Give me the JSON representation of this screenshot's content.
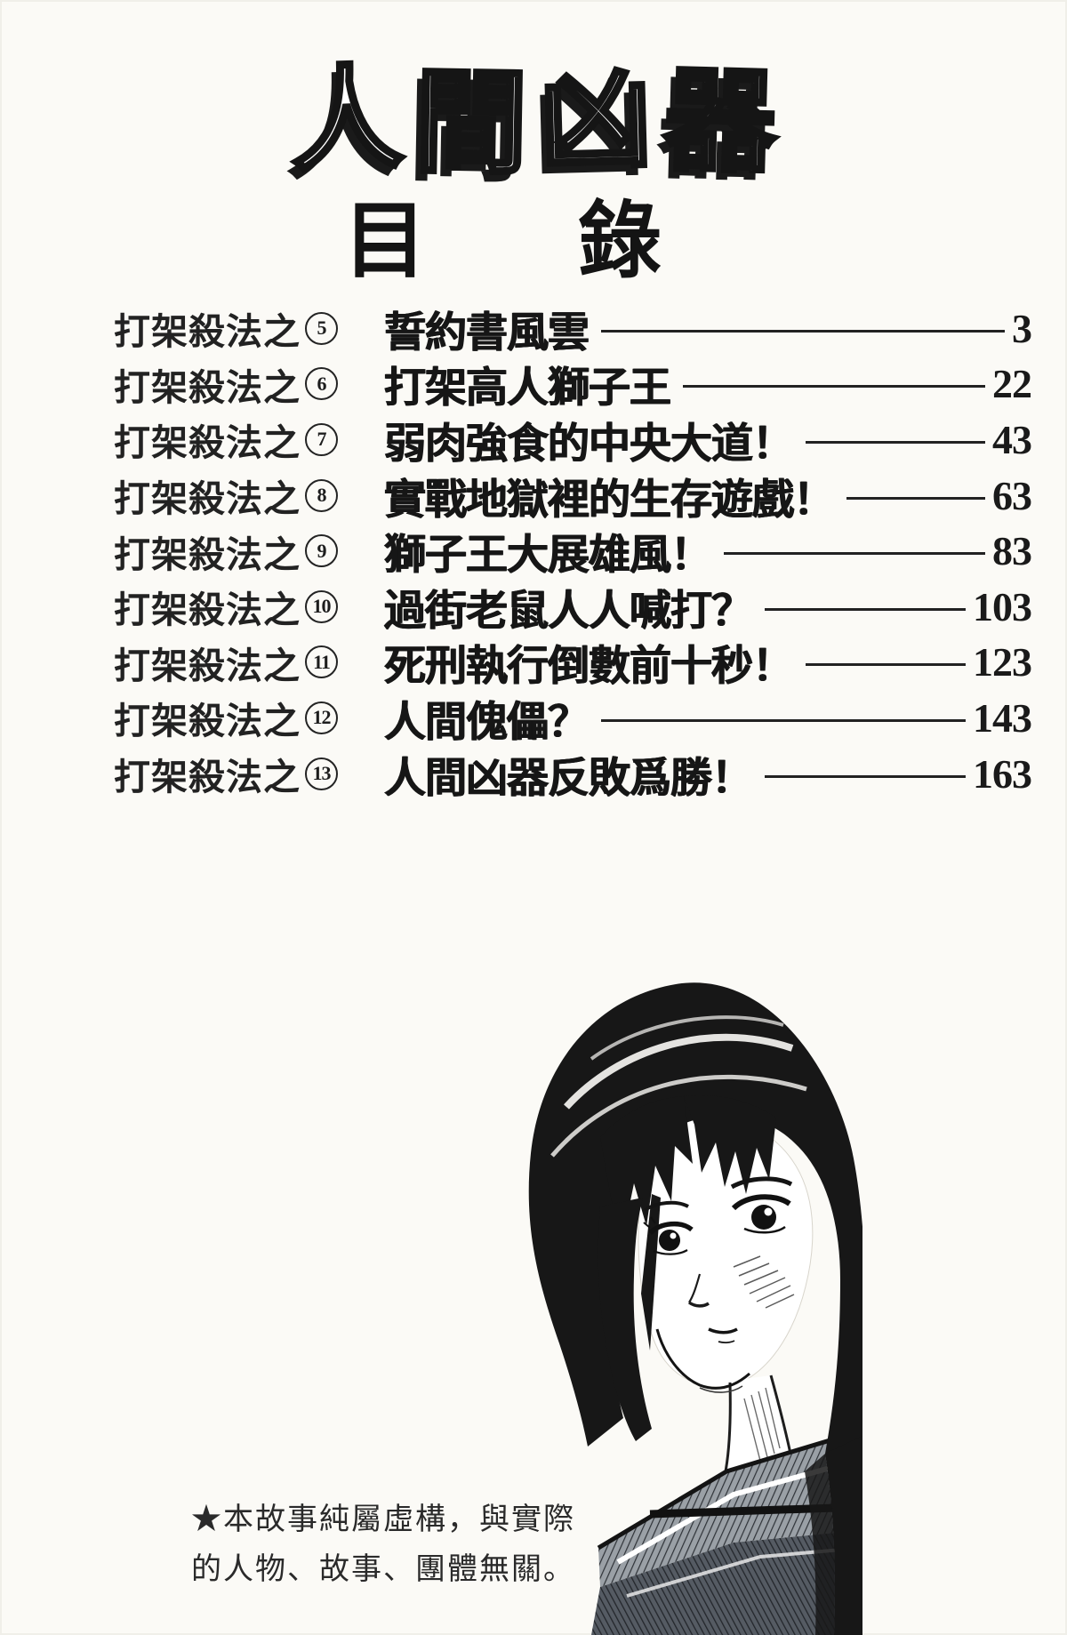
{
  "colors": {
    "paper": "#fbfaf6",
    "ink": "#1b1b1b"
  },
  "title": {
    "text": "人間凶器",
    "chars": [
      "人",
      "間",
      "凶",
      "器"
    ]
  },
  "toc_header": {
    "char1": "目",
    "char2": "錄"
  },
  "toc": {
    "entries": [
      {
        "prefix": "打架殺法之",
        "num": "5",
        "title": "誓約書風雲",
        "page": "3"
      },
      {
        "prefix": "打架殺法之",
        "num": "6",
        "title": "打架高人獅子王",
        "page": "22"
      },
      {
        "prefix": "打架殺法之",
        "num": "7",
        "title": "弱肉強食的中央大道！",
        "page": "43"
      },
      {
        "prefix": "打架殺法之",
        "num": "8",
        "title": "實戰地獄裡的生存遊戲！",
        "page": "63"
      },
      {
        "prefix": "打架殺法之",
        "num": "9",
        "title": "獅子王大展雄風！",
        "page": "83"
      },
      {
        "prefix": "打架殺法之",
        "num": "10",
        "title": "過街老鼠人人喊打？",
        "page": "103"
      },
      {
        "prefix": "打架殺法之",
        "num": "11",
        "title": "死刑執行倒數前十秒！",
        "page": "123"
      },
      {
        "prefix": "打架殺法之",
        "num": "12",
        "title": "人間傀儡？",
        "page": "143"
      },
      {
        "prefix": "打架殺法之",
        "num": "13",
        "title": "人間凶器反敗爲勝！",
        "page": "163"
      }
    ]
  },
  "disclaimer": {
    "line1": "★本故事純屬虛構，與實際",
    "line2": "的人物、故事、團體無關。"
  }
}
